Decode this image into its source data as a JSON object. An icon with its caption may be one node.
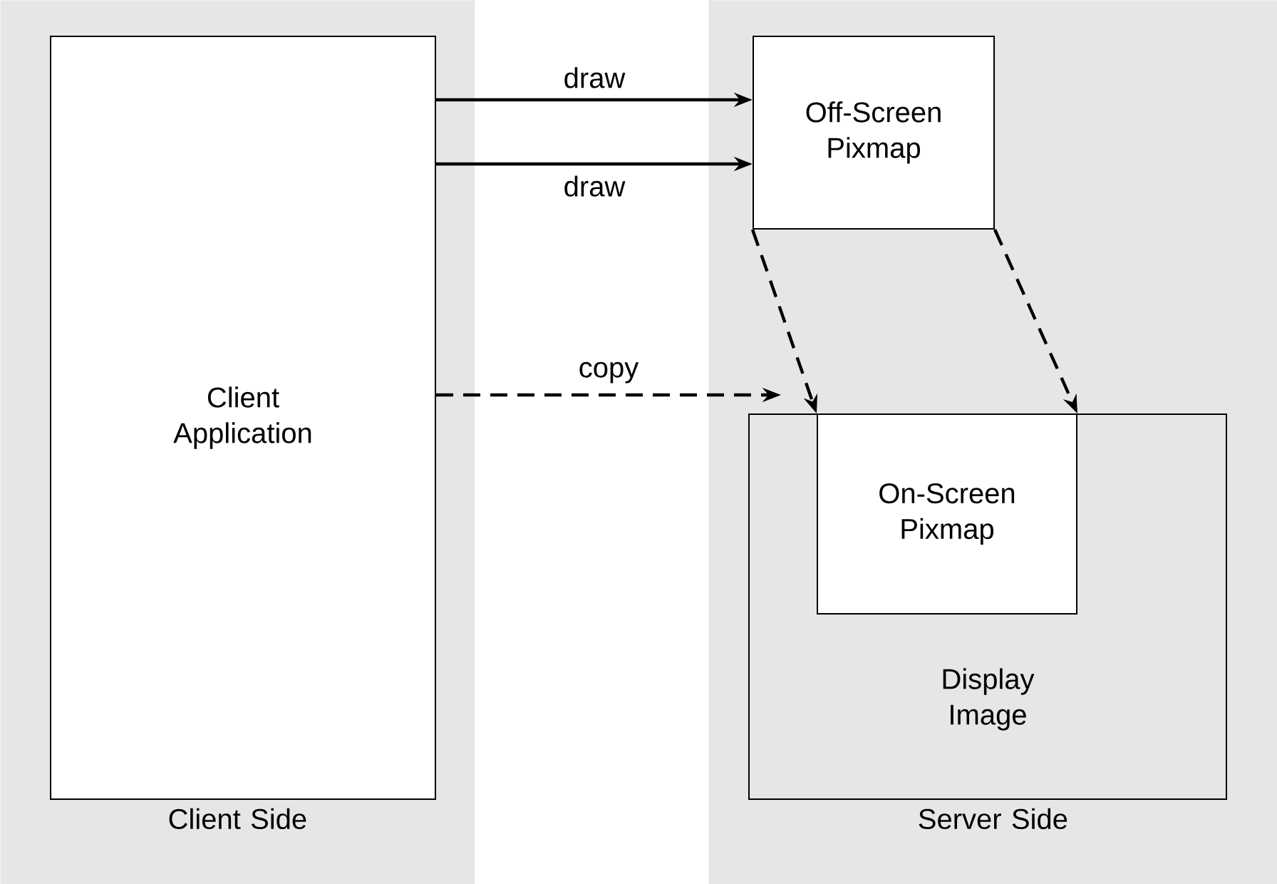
{
  "diagram": {
    "nodes": [
      {
        "text": [
          "Client Side"
        ]
      },
      {
        "text": [
          "Client Application"
        ],
        "in": 0
      },
      {
        "text": [
          "Server Side"
        ]
      },
      {
        "text": [
          "Off-Screen Pixmap"
        ],
        "in": 2
      },
      {
        "text": [
          "Display Image"
        ],
        "in": 2
      },
      {
        "text": [
          "On-Screen Pixmap"
        ],
        "in": 4
      }
    ],
    "edges": [
      {
        "from": 1,
        "to": 3,
        "arrow": "to",
        "label": "draw"
      },
      {
        "from": 1,
        "to": 3,
        "arrow": "to",
        "label": "draw"
      },
      {
        "from": 1,
        "to": 4,
        "arrow": "to",
        "label": "copy",
        "style": "dashed"
      },
      {
        "from": 3,
        "to": 5,
        "arrow": "to",
        "style": "dashed"
      },
      {
        "from": 3,
        "to": 5,
        "arrow": "to",
        "style": "dashed"
      }
    ]
  }
}
